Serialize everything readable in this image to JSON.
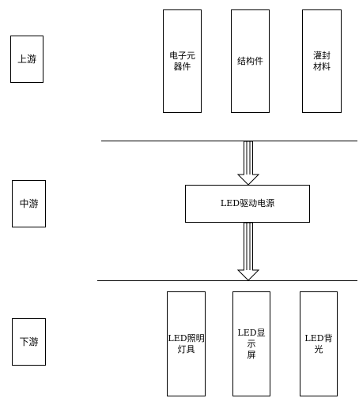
{
  "stages": {
    "upstream": "上游",
    "midstream": "中游",
    "downstream": "下游"
  },
  "upstream_items": [
    "电子元\n器件",
    "结构件",
    "灌封\n材料"
  ],
  "midstream_item": "LED驱动电源",
  "downstream_items": [
    "LED照明\n灯具",
    "LED显示\n屏",
    "LED背光"
  ],
  "colors": {
    "stroke": "#000000",
    "fill": "#ffffff"
  }
}
